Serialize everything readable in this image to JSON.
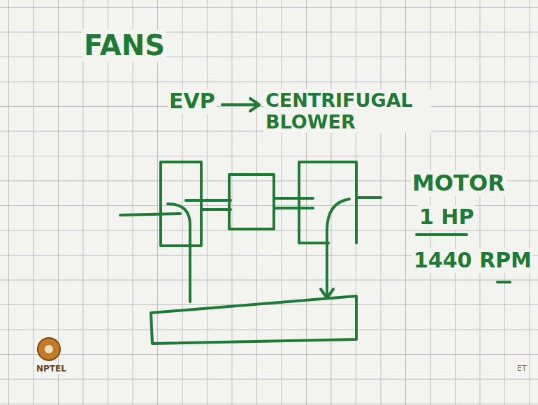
{
  "diagram": {
    "title": "FANS",
    "labels": [
      "EVP",
      "CENTRIFUGAL BLOWER",
      "MOTOR",
      "1 HP",
      "1440 RPM",
      "NPTEL",
      "ET"
    ]
  }
}
